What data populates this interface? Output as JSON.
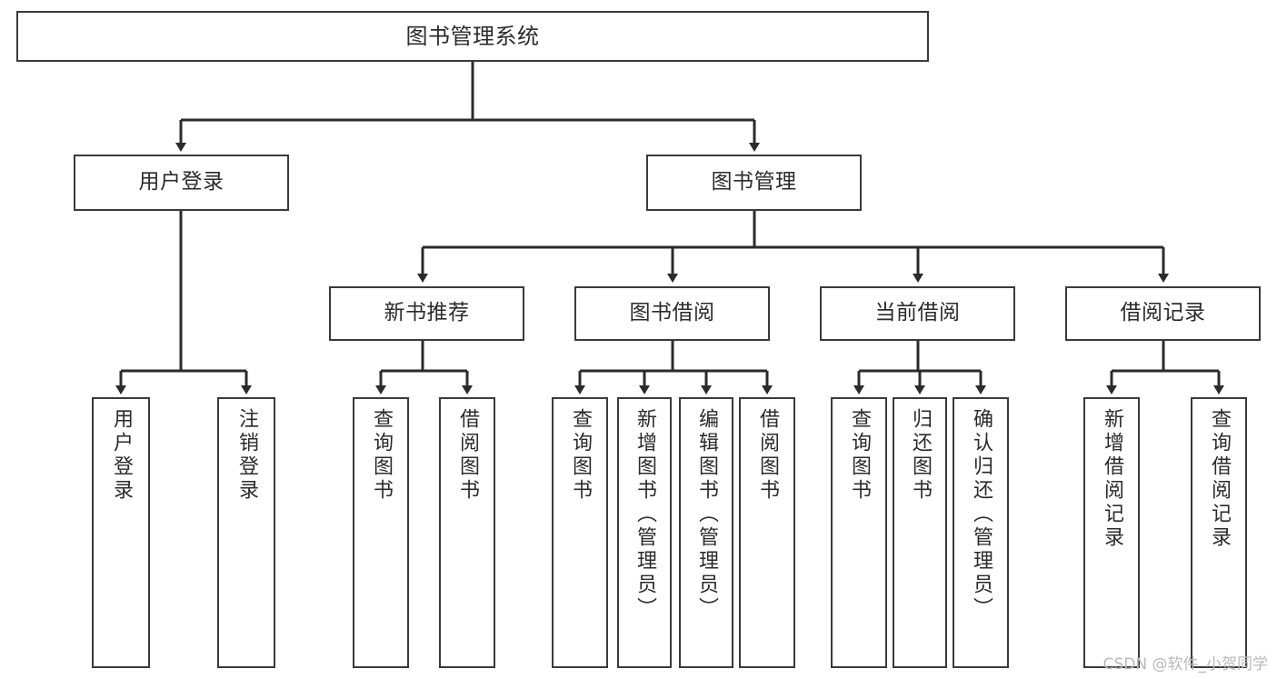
{
  "diagram": {
    "title": "图书管理系统",
    "type": "tree",
    "watermark": "CSDN @软件_小贺同学",
    "colors": {
      "box_border": "#3a3a3a",
      "box_fill": "#ffffff",
      "connector": "#2b2b2b",
      "text": "#2b2b2b",
      "watermark": "#b9b9b9",
      "background": "#ffffff"
    },
    "levels": {
      "root": "图书管理系统",
      "level2": [
        "用户登录",
        "图书管理"
      ],
      "level3": [
        "新书推荐",
        "图书借阅",
        "当前借阅",
        "借阅记录"
      ],
      "leaves": [
        "用户登录",
        "注销登录",
        "查询图书",
        "借阅图书",
        "查询图书",
        "新增图书（管理员）",
        "编辑图书（管理员）",
        "借阅图书",
        "查询图书",
        "归还图书",
        "确认归还（管理员）",
        "新增借阅记录",
        "查询借阅记录"
      ]
    },
    "nodes": {
      "root": {
        "label": "图书管理系统"
      },
      "user_login": {
        "label": "用户登录"
      },
      "book_manage": {
        "label": "图书管理"
      },
      "new_book_rec": {
        "label": "新书推荐"
      },
      "book_borrow": {
        "label": "图书借阅"
      },
      "current_borrow": {
        "label": "当前借阅"
      },
      "borrow_record": {
        "label": "借阅记录"
      },
      "leaf_user_login": {
        "label": "用户登录"
      },
      "leaf_logout": {
        "label": "注销登录"
      },
      "leaf_query_book_1": {
        "label": "查询图书"
      },
      "leaf_borrow_book_1": {
        "label": "借阅图书"
      },
      "leaf_query_book_2": {
        "label": "查询图书"
      },
      "leaf_add_book": {
        "label": "新增图书（管理员）"
      },
      "leaf_edit_book": {
        "label": "编辑图书（管理员）"
      },
      "leaf_borrow_book_2": {
        "label": "借阅图书"
      },
      "leaf_query_book_3": {
        "label": "查询图书"
      },
      "leaf_return_book": {
        "label": "归还图书"
      },
      "leaf_confirm_return": {
        "label": "确认归还（管理员）"
      },
      "leaf_add_record": {
        "label": "新增借阅记录"
      },
      "leaf_query_record": {
        "label": "查询借阅记录"
      }
    }
  }
}
